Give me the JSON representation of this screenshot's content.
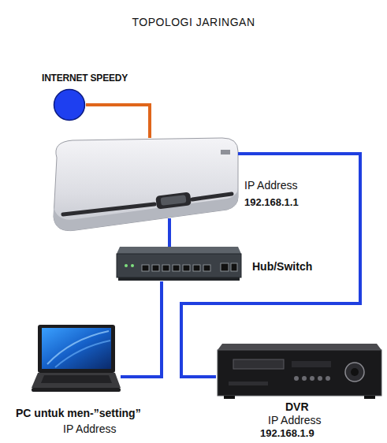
{
  "diagram": {
    "title": "TOPOLOGI JARINGAN",
    "nodes": [
      {
        "text": [
          "INTERNET SPEEDY"
        ]
      },
      {
        "text": [
          "IP Address",
          "192.168.1.1"
        ]
      },
      {
        "text": [
          "Hub/Switch"
        ]
      },
      {
        "text": [
          "PC untuk men-”setting”",
          "IP Address"
        ]
      },
      {
        "text": [
          "DVR",
          "IP Address",
          "192.168.1.9"
        ]
      }
    ],
    "edges": [
      {
        "from": 0,
        "to": 1,
        "arrow": "none"
      },
      {
        "from": 1,
        "to": 2,
        "arrow": "none"
      },
      {
        "from": 2,
        "to": 3,
        "arrow": "none"
      },
      {
        "from": 1,
        "to": 4,
        "arrow": "none"
      }
    ]
  }
}
